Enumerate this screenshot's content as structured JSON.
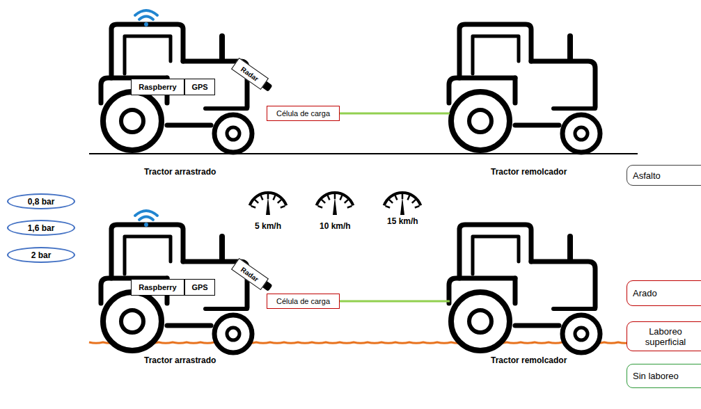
{
  "diagram": {
    "nodes": [
      {
        "text": [
          "Raspberry"
        ]
      },
      {
        "text": [
          "GPS"
        ]
      },
      {
        "text": [
          "Radar"
        ]
      },
      {
        "text": [
          "Célula de carga"
        ]
      },
      {
        "text": [
          "Asfalto"
        ]
      },
      {
        "text": [
          "0,8 bar"
        ]
      },
      {
        "text": [
          "1,6 bar"
        ]
      },
      {
        "text": [
          "2 bar"
        ]
      },
      {
        "text": [
          "Raspberry"
        ]
      },
      {
        "text": [
          "GPS"
        ]
      },
      {
        "text": [
          "Radar"
        ]
      },
      {
        "text": [
          "Célula de carga"
        ]
      },
      {
        "text": [
          "Arado"
        ]
      },
      {
        "text": [
          "Laboreo superficial"
        ]
      },
      {
        "text": [
          "Sin laboreo"
        ]
      }
    ],
    "labels": [
      "Tractor arrastrado",
      "Tractor remolcador",
      "5 km/h",
      "10 km/h",
      "15 km/h",
      "Tractor arrastrado",
      "Tractor remolcador"
    ]
  }
}
